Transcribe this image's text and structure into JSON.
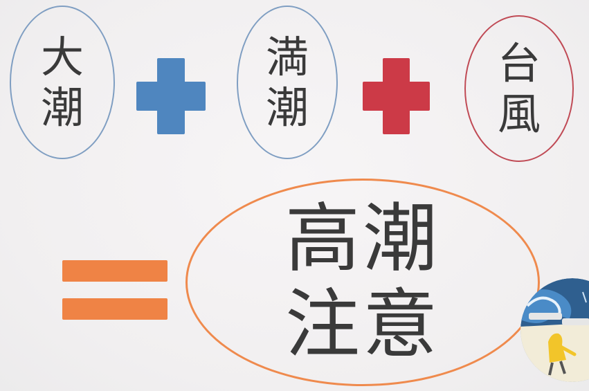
{
  "terms": [
    {
      "line1": "大",
      "line2": "潮"
    },
    {
      "line1": "満",
      "line2": "潮"
    },
    {
      "line1": "台",
      "line2": "風"
    }
  ],
  "result": {
    "line1": "高潮",
    "line2": "注意"
  },
  "colors": {
    "blue_plus": "#4f86bf",
    "red_plus": "#cc3a47",
    "equals": "#ef8345",
    "blue_outline": "#7f9ec2",
    "red_outline": "#c04a55",
    "orange_outline": "#ef8a4d",
    "text": "#3a3a3a"
  },
  "icons": {
    "plus_blue": "plus-icon",
    "plus_red": "plus-icon",
    "equals": "equals-icon",
    "storm_scene": "storm-surge-illustration"
  }
}
